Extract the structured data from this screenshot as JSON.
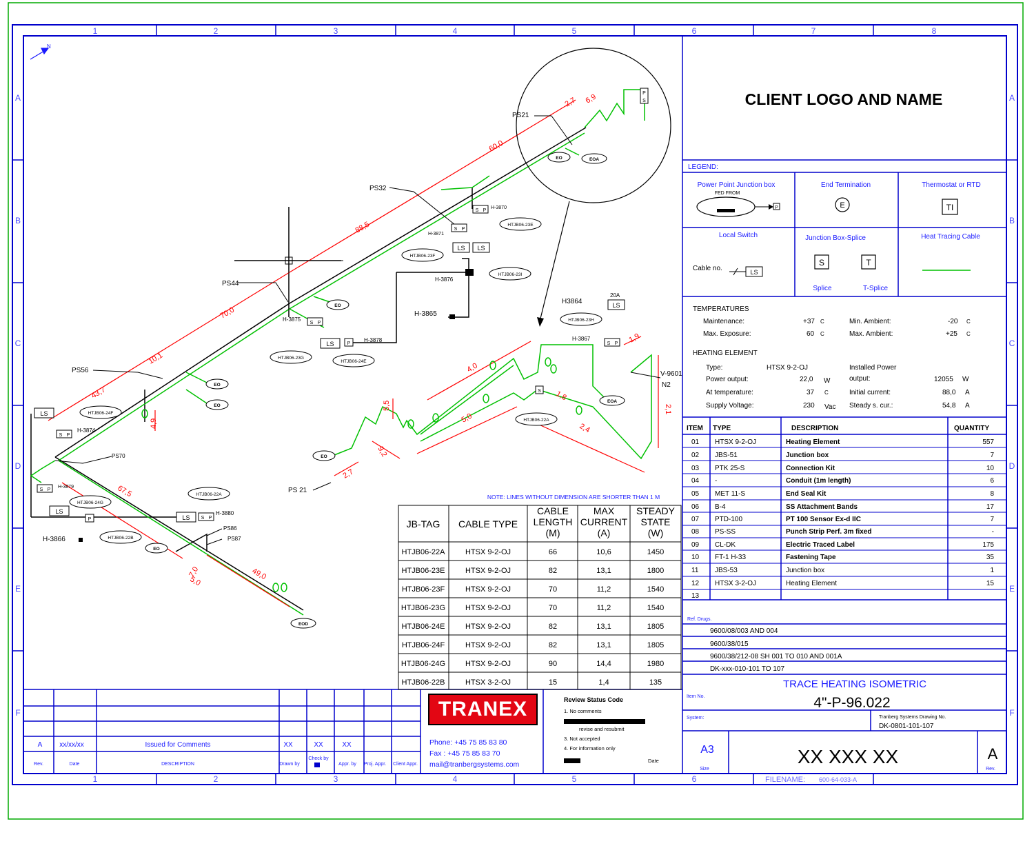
{
  "border": {
    "columns": [
      "1",
      "2",
      "3",
      "4",
      "5",
      "6",
      "7",
      "8"
    ],
    "rows": [
      "A",
      "B",
      "C",
      "D",
      "E",
      "F"
    ]
  },
  "title_block": {
    "client": "CLIENT LOGO AND NAME",
    "legend_label": "LEGEND:",
    "legend": {
      "power_point": "Power Point Junction box",
      "fed_from": "FED FROM",
      "end_termination": "End Termination",
      "end_symbol": "E",
      "thermostat": "Thermostat or RTD",
      "thermostat_symbol": "TI",
      "local_switch": "Local Switch",
      "cable_no": "Cable no.",
      "ls_symbol": "LS",
      "junction_splice": "Junction Box-Splice",
      "s_symbol": "S",
      "t_symbol": "T",
      "splice": "Splice",
      "t_splice": "T-Splice",
      "heat_tracing": "Heat Tracing Cable"
    },
    "temperatures": {
      "title": "TEMPERATURES",
      "maintenance_label": "Maintenance:",
      "maintenance": "+37",
      "max_exposure_label": "Max. Exposure:",
      "max_exposure": "60",
      "min_ambient_label": "Min. Ambient:",
      "min_ambient": "-20",
      "max_ambient_label": "Max. Ambient:",
      "max_ambient": "+25",
      "unit": "C"
    },
    "heating_element": {
      "title": "HEATING ELEMENT",
      "type_label": "Type:",
      "type": "HTSX 9-2-OJ",
      "power_output_label": "Power output:",
      "power_output": "22,0",
      "power_unit": "W",
      "at_temp_label": "At temperature:",
      "at_temp": "37",
      "at_temp_unit": "C",
      "supply_label": "Supply Voltage:",
      "supply": "230",
      "supply_unit": "Vac",
      "installed_label_1": "Installed Power",
      "installed_label_2": "output:",
      "installed": "12055",
      "installed_unit": "W",
      "initial_label": "Initial current:",
      "initial": "88,0",
      "initial_unit": "A",
      "steady_label": "Steady s. cur.:",
      "steady": "54,8",
      "steady_unit": "A"
    },
    "bom": {
      "headers": [
        "ITEM",
        "TYPE",
        "DESCRIPTION",
        "QUANTITY"
      ],
      "rows": [
        [
          "01",
          "HTSX 9-2-OJ",
          "Heating Element",
          "557"
        ],
        [
          "02",
          "JBS-51",
          "Junction box",
          "7"
        ],
        [
          "03",
          "PTK 25-S",
          "Connection Kit",
          "10"
        ],
        [
          "04",
          "-",
          "Conduit (1m length)",
          "6"
        ],
        [
          "05",
          "MET 11-S",
          "End Seal Kit",
          "8"
        ],
        [
          "06",
          "B-4",
          "SS Attachment Bands",
          "17"
        ],
        [
          "07",
          "PTD-100",
          "PT 100 Sensor Ex-d IIC",
          "7"
        ],
        [
          "08",
          "PS-SS",
          "Punch Strip Perf. 3m fixed",
          "-"
        ],
        [
          "09",
          "CL-DK",
          "Electric Traced Label",
          "175"
        ],
        [
          "10",
          "FT-1 H-33",
          "Fastening Tape",
          "35"
        ],
        [
          "11",
          "JBS-53",
          "Junction box",
          "1"
        ],
        [
          "12",
          "HTSX 3-2-OJ",
          "Heating Element",
          "15"
        ],
        [
          "13",
          "",
          "",
          ""
        ]
      ]
    },
    "ref": {
      "label": "Ref. Drugs.",
      "lines": [
        "9600/08/003 AND 004",
        "9600/38/015",
        "9600/38/212-08 SH 001 TO 010 AND 001A",
        "DK-xxx-010-101 TO 107"
      ]
    },
    "drawing_title": "TRACE HEATING ISOMETRIC",
    "item_label": "Item No.",
    "item_no": "4\"-P-96.022",
    "system_label": "System:",
    "tranberg_label": "Tranberg Systems Drawing No.",
    "tranberg_no": "DK-0801-101-107",
    "size": "A3",
    "size_label": "Size",
    "drawing_no": "XX XXX XX",
    "rev": "A",
    "rev_label": "Rev.",
    "filename_label": "FILENAME:",
    "filename": "600-64-033-A"
  },
  "revision": {
    "row": [
      "A",
      "xx/xx/xx",
      "Issued for Comments",
      "XX",
      "XX",
      "XX"
    ],
    "headers": [
      "Rev.",
      "Date",
      "DESCRIPTION",
      "Drawn by",
      "Check by",
      "Appr. by",
      "Proj. Appr.",
      "Client Appr."
    ]
  },
  "company": {
    "logo": "TRANEX",
    "phone": "Phone: +45 75 85 83 80",
    "fax": "Fax   : +45 75 85 83 70",
    "email": "mail@tranbergsystems.com"
  },
  "review": {
    "title": "Review Status Code",
    "items": [
      "1. No comments",
      "revise and resubmit",
      "3. Not accepted",
      "4. For information only"
    ],
    "date_label": "Date"
  },
  "note": "NOTE: LINES WITHOUT DIMENSION ARE SHORTER THAN 1 M",
  "cable_table": {
    "headers": [
      "JB-TAG",
      "CABLE TYPE",
      "CABLE LENGTH (M)",
      "MAX CURRENT (A)",
      "STEADY STATE (W)"
    ],
    "rows": [
      [
        "HTJB06-22A",
        "HTSX 9-2-OJ",
        "66",
        "10,6",
        "1450"
      ],
      [
        "HTJB06-23E",
        "HTSX 9-2-OJ",
        "82",
        "13,1",
        "1800"
      ],
      [
        "HTJB06-23F",
        "HTSX 9-2-OJ",
        "70",
        "11,2",
        "1540"
      ],
      [
        "HTJB06-23G",
        "HTSX 9-2-OJ",
        "70",
        "11,2",
        "1540"
      ],
      [
        "HTJB06-24E",
        "HTSX 9-2-OJ",
        "82",
        "13,1",
        "1805"
      ],
      [
        "HTJB06-24F",
        "HTSX 9-2-OJ",
        "82",
        "13,1",
        "1805"
      ],
      [
        "HTJB06-24G",
        "HTSX 9-2-OJ",
        "90",
        "14,4",
        "1980"
      ],
      [
        "HTJB06-22B",
        "HTSX 3-2-OJ",
        "15",
        "1,4",
        "135"
      ]
    ]
  },
  "iso": {
    "dims": [
      "2,7",
      "6,9",
      "60,0",
      "88,5",
      "70,0",
      "10,1",
      "43,7",
      "4,9",
      "67,5",
      "7,0",
      "5,0",
      "49,0",
      "4,0",
      "5,0",
      "1,8",
      "2,1",
      "2,4",
      "5,5",
      "9,2",
      "2,7",
      "1,9"
    ],
    "tags": [
      "PS21",
      "PS32",
      "PS44",
      "PS56",
      "PS70",
      "PS86",
      "PS87",
      "PS 21",
      "H-3870",
      "H-3871",
      "H-3876",
      "H-3865",
      "H-3875",
      "H-3878",
      "H-3874",
      "H-3879",
      "H-3866",
      "H-3880",
      "H3864",
      "H-3867",
      "V-9601",
      "N2",
      "20A"
    ],
    "jb_bubbles": [
      "HTJB06-23E",
      "HTJB06-23F",
      "HTJB06-23G",
      "HTJB06-23H",
      "HTJB06-23I",
      "HTJB06-24E",
      "HTJB06-24F",
      "HTJB06-24G",
      "HTJB06-22A",
      "HTJB06-22B"
    ],
    "end_labels": [
      "EO",
      "EOA",
      "EOD"
    ],
    "ls": "LS",
    "p": "P",
    "e": "E",
    "s": "S",
    "north": "N"
  },
  "colors": {
    "frame": "#0000cc",
    "tag_blue": "#1a1aff",
    "pipe": "#000000",
    "cable": "#00c000",
    "dimension": "#ff0000",
    "outer": "#00aa00",
    "logo_red": "#e30613"
  }
}
